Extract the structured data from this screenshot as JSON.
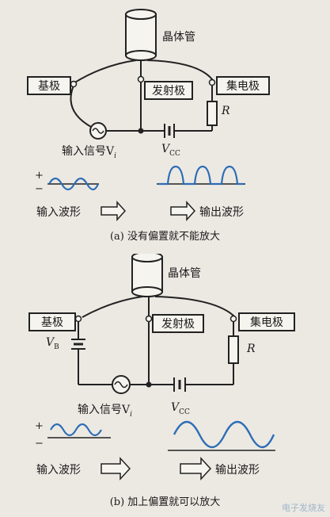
{
  "panel_a": {
    "transistor_label": "晶体管",
    "base_label": "基极",
    "emitter_label": "发射极",
    "collector_label": "集电极",
    "resistor_label": "R",
    "input_signal_label": "输入信号V",
    "input_signal_sub": "i",
    "vcc_label": "V",
    "vcc_sub": "CC",
    "plus_sign": "+",
    "minus_sign": "−",
    "input_wave_label": "输入波形",
    "output_wave_label": "输出波形",
    "caption": "(a) 没有偏置就不能放大"
  },
  "panel_b": {
    "transistor_label": "晶体管",
    "base_label": "基极",
    "emitter_label": "发射极",
    "collector_label": "集电极",
    "resistor_label": "R",
    "vb_label": "V",
    "vb_sub": "B",
    "input_signal_label": "输入信号V",
    "input_signal_sub": "i",
    "vcc_label": "V",
    "vcc_sub": "CC",
    "plus_sign": "+",
    "minus_sign": "−",
    "input_wave_label": "输入波形",
    "output_wave_label": "输出波形",
    "caption": "(b) 加上偏置就可以放大"
  },
  "watermark": "电子发烧友"
}
